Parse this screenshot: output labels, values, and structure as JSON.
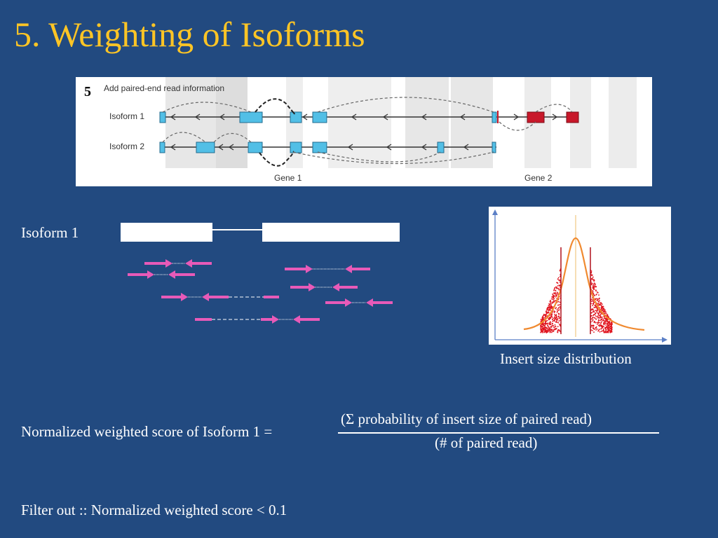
{
  "slide": {
    "title": "5. Weighting of Isoforms",
    "isoform_label": "Isoform 1",
    "distribution_caption": "Insert size distribution",
    "formula": {
      "lhs": "Normalized weighted score of Isoform 1 =",
      "numerator": "(Σ probability of insert size of paired read)",
      "denominator": "(# of paired read)"
    },
    "filter_text": "Filter out  :: Normalized weighted score < 0.1"
  },
  "figure": {
    "panel_number": "5",
    "panel_title": "Add paired-end read information",
    "isoform1_label": "Isoform 1",
    "isoform2_label": "Isoform 2",
    "gene1_label": "Gene 1",
    "gene2_label": "Gene 2"
  },
  "colors": {
    "background": "#224a80",
    "title": "#ffc525",
    "exon_blue": "#52bfe6",
    "exon_red": "#c8182a",
    "read_pink": "#e85ab8",
    "curve_orange": "#f08a30",
    "points_red": "#e0141e"
  }
}
